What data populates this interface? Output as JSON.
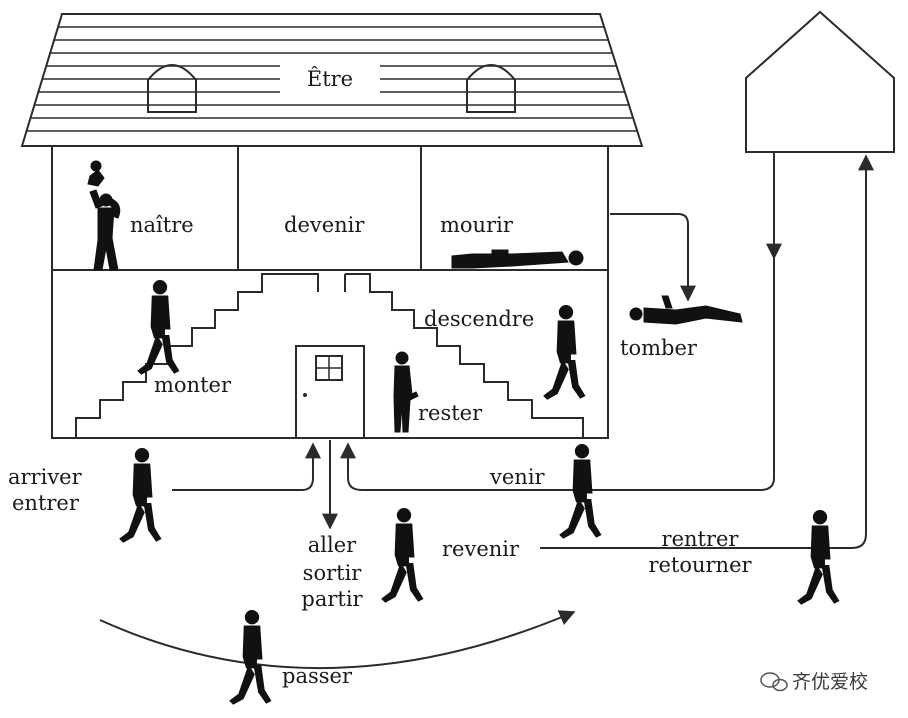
{
  "house": {
    "roof_label": "Être",
    "rooms": {
      "upper_left": "naître",
      "upper_middle": "devenir",
      "upper_right": "mourir"
    },
    "stairs": {
      "up": "monter",
      "down": "descendre",
      "stay": "rester"
    }
  },
  "outside": {
    "enter": [
      "arriver",
      "entrer"
    ],
    "leave": [
      "aller",
      "sortir",
      "partir"
    ],
    "come": "venir",
    "come_back": "revenir",
    "return": [
      "rentrer",
      "retourner"
    ],
    "fall": "tomber",
    "pass": "passer"
  },
  "watermark": "齐优爱校"
}
